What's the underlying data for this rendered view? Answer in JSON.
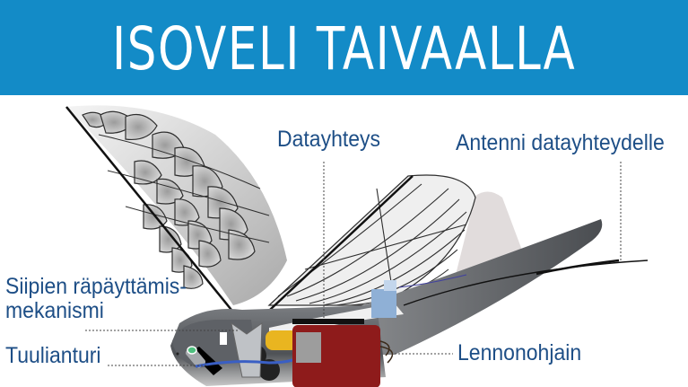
{
  "header": {
    "title": "ISOVELI TAIVAALLA",
    "background_color": "#138bc7",
    "text_color": "#ffffff"
  },
  "diagram": {
    "subject": "robotic flapping-wing bird drone",
    "label_color": "#1d4e86",
    "labels": [
      {
        "id": "datayhteys",
        "text": "Datayhteys"
      },
      {
        "id": "antenni",
        "text": "Antenni datayhteydelle"
      },
      {
        "id": "siipien",
        "text": "Siipien räpäyttämis-\nmekanismi",
        "line1": "Siipien räpäyttämis-",
        "line2": "mekanismi"
      },
      {
        "id": "tuulianturi",
        "text": "Tuulianturi"
      },
      {
        "id": "lennonohjain",
        "text": "Lennonohjain"
      }
    ],
    "component_colors": {
      "flight_controller": "#8e1b1b",
      "motor_yellow": "#e9b520",
      "data_module": "#8fb0d6",
      "body_gray": "#5c5f63",
      "wire_blue": "#3a5fc4"
    }
  }
}
